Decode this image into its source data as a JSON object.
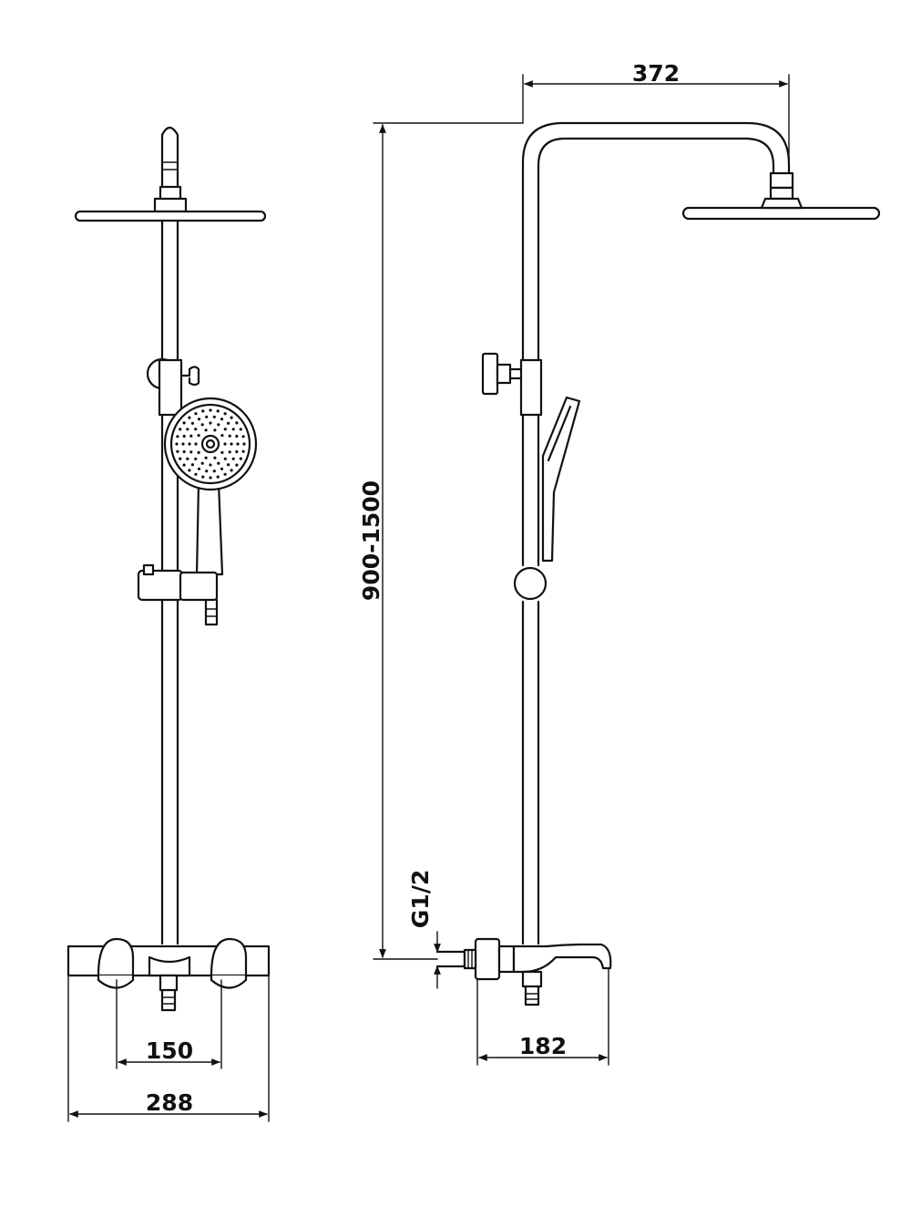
{
  "dimensions": {
    "head_arm_reach": "372",
    "height_range": "900-1500",
    "inlet_thread": "G1/2",
    "valve_inlet_spacing": "150",
    "front_valve_width": "288",
    "side_spout_projection": "182"
  },
  "colors": {
    "line": "#111111",
    "background": "#ffffff"
  }
}
